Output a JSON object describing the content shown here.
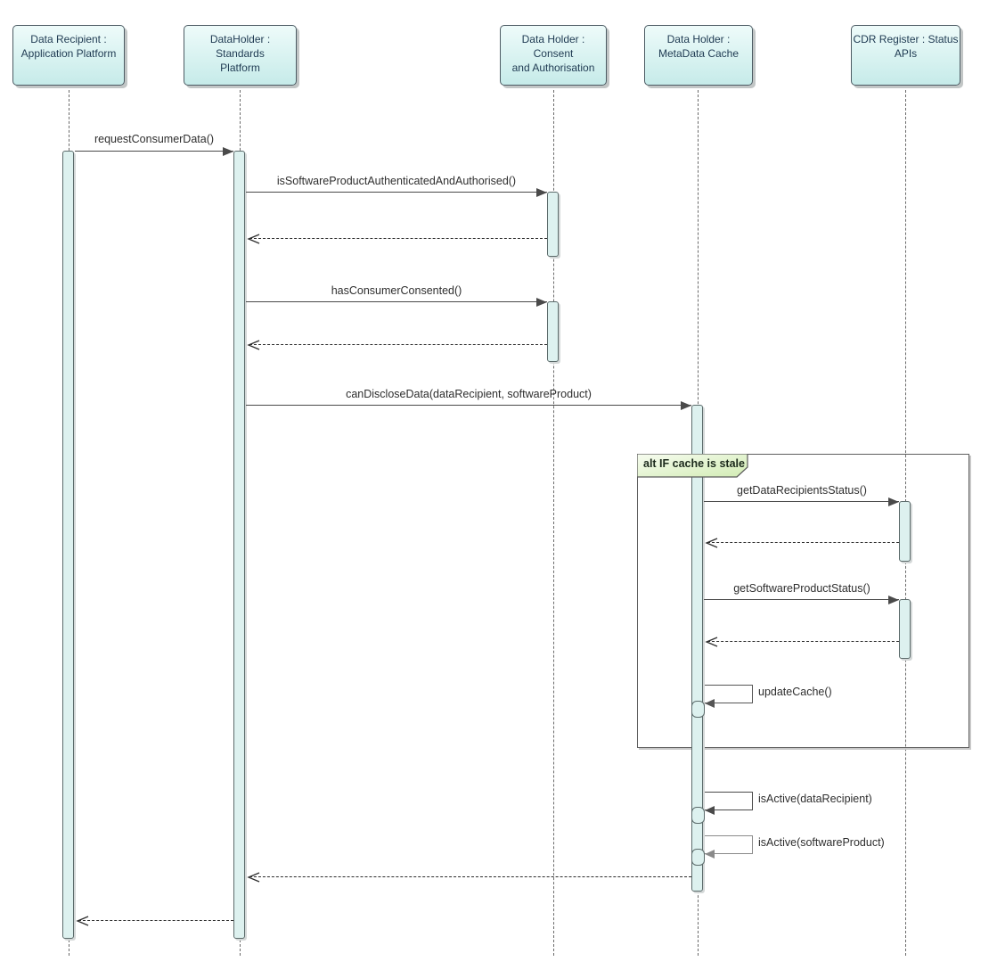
{
  "diagram": {
    "type": "uml-sequence",
    "participants": [
      {
        "name": "Data Recipient : Application Platform",
        "label": "Data Recipient :\nApplication Platform"
      },
      {
        "name": "DataHolder : Standards Platform",
        "label": "DataHolder : Standards\nPlatform"
      },
      {
        "name": "Data Holder : Consent and Authorisation",
        "label": "Data Holder : Consent\nand Authorisation"
      },
      {
        "name": "Data Holder : MetaData Cache",
        "label": "Data Holder :\nMetaData Cache"
      },
      {
        "name": "CDR Register : Status APIs",
        "label": "CDR Register : Status\nAPIs"
      }
    ],
    "messages": [
      {
        "label": "requestConsumerData()",
        "from": "Data Recipient : Application Platform",
        "to": "DataHolder : Standards Platform",
        "kind": "sync"
      },
      {
        "label": "isSoftwareProductAuthenticatedAndAuthorised()",
        "from": "DataHolder : Standards Platform",
        "to": "Data Holder : Consent and Authorisation",
        "kind": "sync"
      },
      {
        "label": "",
        "from": "Data Holder : Consent and Authorisation",
        "to": "DataHolder : Standards Platform",
        "kind": "return"
      },
      {
        "label": "hasConsumerConsented()",
        "from": "DataHolder : Standards Platform",
        "to": "Data Holder : Consent and Authorisation",
        "kind": "sync"
      },
      {
        "label": "",
        "from": "Data Holder : Consent and Authorisation",
        "to": "DataHolder : Standards Platform",
        "kind": "return"
      },
      {
        "label": "canDiscloseData(dataRecipient, softwareProduct)",
        "from": "DataHolder : Standards Platform",
        "to": "Data Holder : MetaData Cache",
        "kind": "sync"
      },
      {
        "label": "getDataRecipientsStatus()",
        "from": "Data Holder : MetaData Cache",
        "to": "CDR Register : Status APIs",
        "kind": "sync",
        "in_fragment": "alt"
      },
      {
        "label": "",
        "from": "CDR Register : Status APIs",
        "to": "Data Holder : MetaData Cache",
        "kind": "return",
        "in_fragment": "alt"
      },
      {
        "label": "getSoftwareProductStatus()",
        "from": "Data Holder : MetaData Cache",
        "to": "CDR Register : Status APIs",
        "kind": "sync",
        "in_fragment": "alt"
      },
      {
        "label": "",
        "from": "CDR Register : Status APIs",
        "to": "Data Holder : MetaData Cache",
        "kind": "return",
        "in_fragment": "alt"
      },
      {
        "label": "updateCache()",
        "from": "Data Holder : MetaData Cache",
        "to": "Data Holder : MetaData Cache",
        "kind": "self",
        "in_fragment": "alt"
      },
      {
        "label": "isActive(dataRecipient)",
        "from": "Data Holder : MetaData Cache",
        "to": "Data Holder : MetaData Cache",
        "kind": "self"
      },
      {
        "label": "isActive(softwareProduct)",
        "from": "Data Holder : MetaData Cache",
        "to": "Data Holder : MetaData Cache",
        "kind": "self"
      },
      {
        "label": "",
        "from": "Data Holder : MetaData Cache",
        "to": "DataHolder : Standards Platform",
        "kind": "return"
      },
      {
        "label": "",
        "from": "DataHolder : Standards Platform",
        "to": "Data Recipient : Application Platform",
        "kind": "return"
      }
    ],
    "fragment": {
      "operator": "alt",
      "guard": "IF cache is stale",
      "label": "alt IF cache is stale"
    },
    "colors": {
      "participant_fill_top": "#eefbfa",
      "participant_fill_bottom": "#c6ebe9",
      "activation_fill": "#ddf1ef",
      "fragment_label_fill": "#d9efc1",
      "line": "#4a4a4a",
      "participant_text": "#1f3a52",
      "message_text": "#2e2e2e"
    }
  }
}
